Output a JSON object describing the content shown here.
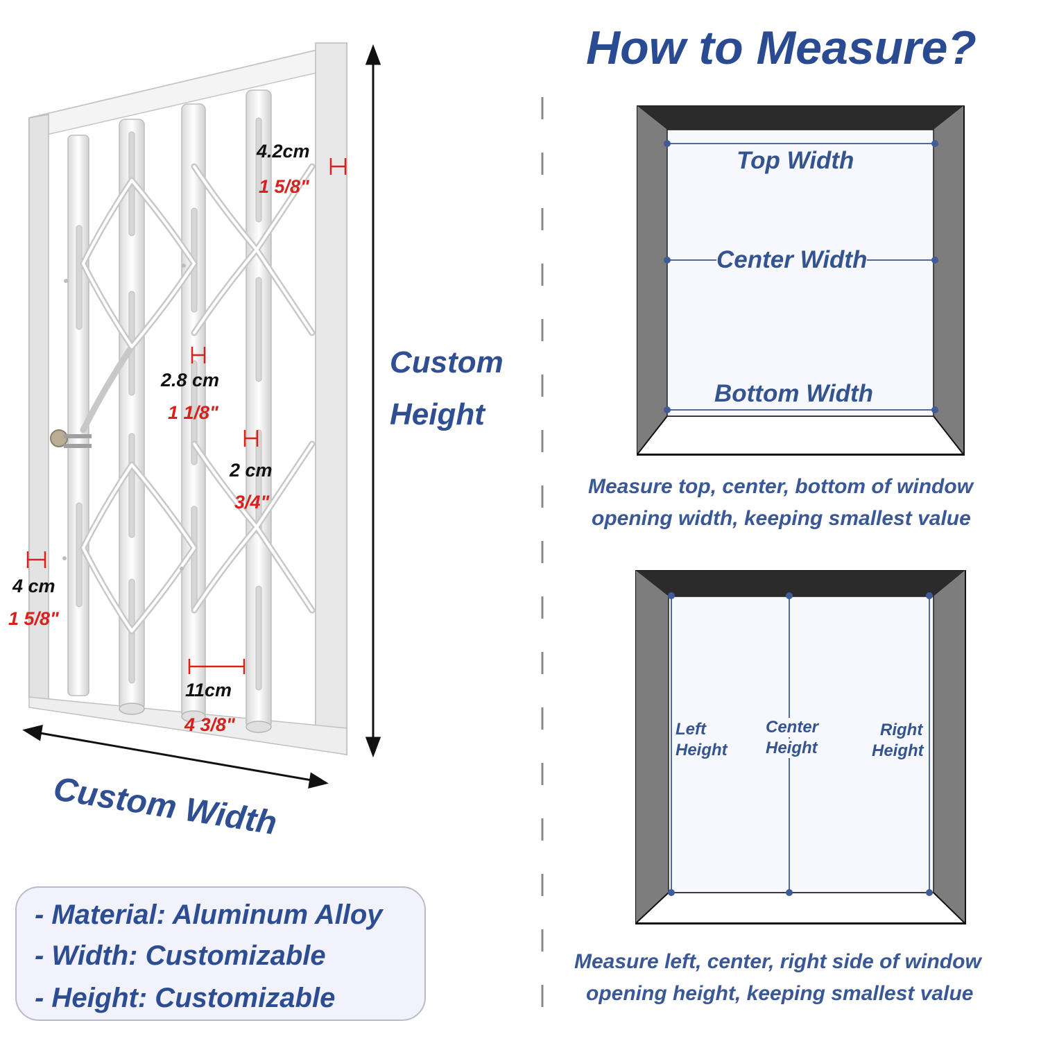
{
  "title": "How to Measure?",
  "gate": {
    "dimensions": [
      {
        "metric": "4.2cm",
        "imperial": "1 5/8\""
      },
      {
        "metric": "2.8 cm",
        "imperial": "1 1/8\""
      },
      {
        "metric": "2 cm",
        "imperial": "3/4\""
      },
      {
        "metric": "4 cm",
        "imperial": "1 5/8\""
      },
      {
        "metric": "11cm",
        "imperial": "4 3/8\""
      }
    ],
    "height_label": [
      "Custom",
      "Height"
    ],
    "width_label": "Custom Width"
  },
  "specs": [
    "- Material: Aluminum Alloy",
    "- Width: Customizable",
    "- Height: Customizable"
  ],
  "width_diagram": {
    "labels": [
      "Top Width",
      "Center Width",
      "Bottom Width"
    ],
    "caption": [
      "Measure top, center, bottom of window",
      "opening width, keeping smallest value"
    ]
  },
  "height_diagram": {
    "labels": [
      [
        "Left",
        "Height"
      ],
      [
        "Center",
        "Height"
      ],
      [
        "Right",
        "Height"
      ]
    ],
    "caption": [
      "Measure left, center, right side of window",
      "opening height, keeping smallest value"
    ]
  },
  "colors": {
    "title_blue": "#2a4b91",
    "dimension_red": "#d8201c",
    "frame_dark": "#2b2b2b",
    "frame_grey": "#7d7d7d",
    "point_blue": "#3e5c98"
  }
}
